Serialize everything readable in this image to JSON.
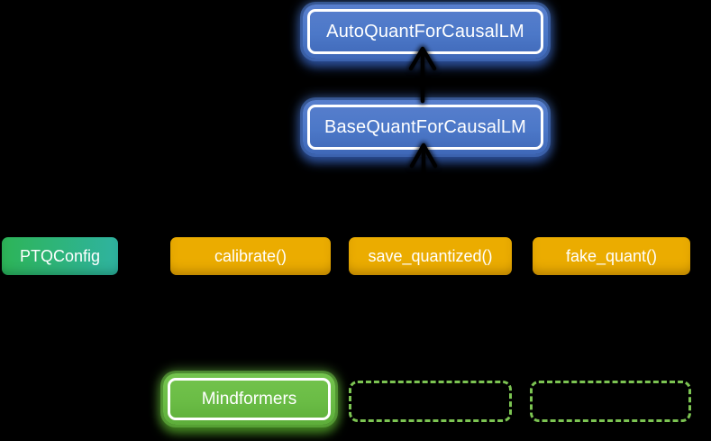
{
  "diagram": {
    "classes": {
      "autoquant": {
        "label": "AutoQuantForCausalLM"
      },
      "basequant": {
        "label": "BaseQuantForCausalLM"
      }
    },
    "config": {
      "label": "PTQConfig"
    },
    "methods": [
      {
        "label": "calibrate()"
      },
      {
        "label": "save_quantized()"
      },
      {
        "label": "fake_quant()"
      }
    ],
    "framework": {
      "label": "Mindformers"
    },
    "placeholders": [
      {
        "label": ""
      },
      {
        "label": ""
      }
    ],
    "colors": {
      "background": "#000000",
      "class_fill": "#4c78c8",
      "class_border": "#ffffff",
      "method_fill": "#ebac00",
      "config_gradient_start": "#2db457",
      "config_gradient_end": "#2fb3a0",
      "framework_fill": "#6abc45",
      "dashed_border": "#7cc452",
      "text": "#ffffff",
      "arrow": "#000000"
    }
  }
}
